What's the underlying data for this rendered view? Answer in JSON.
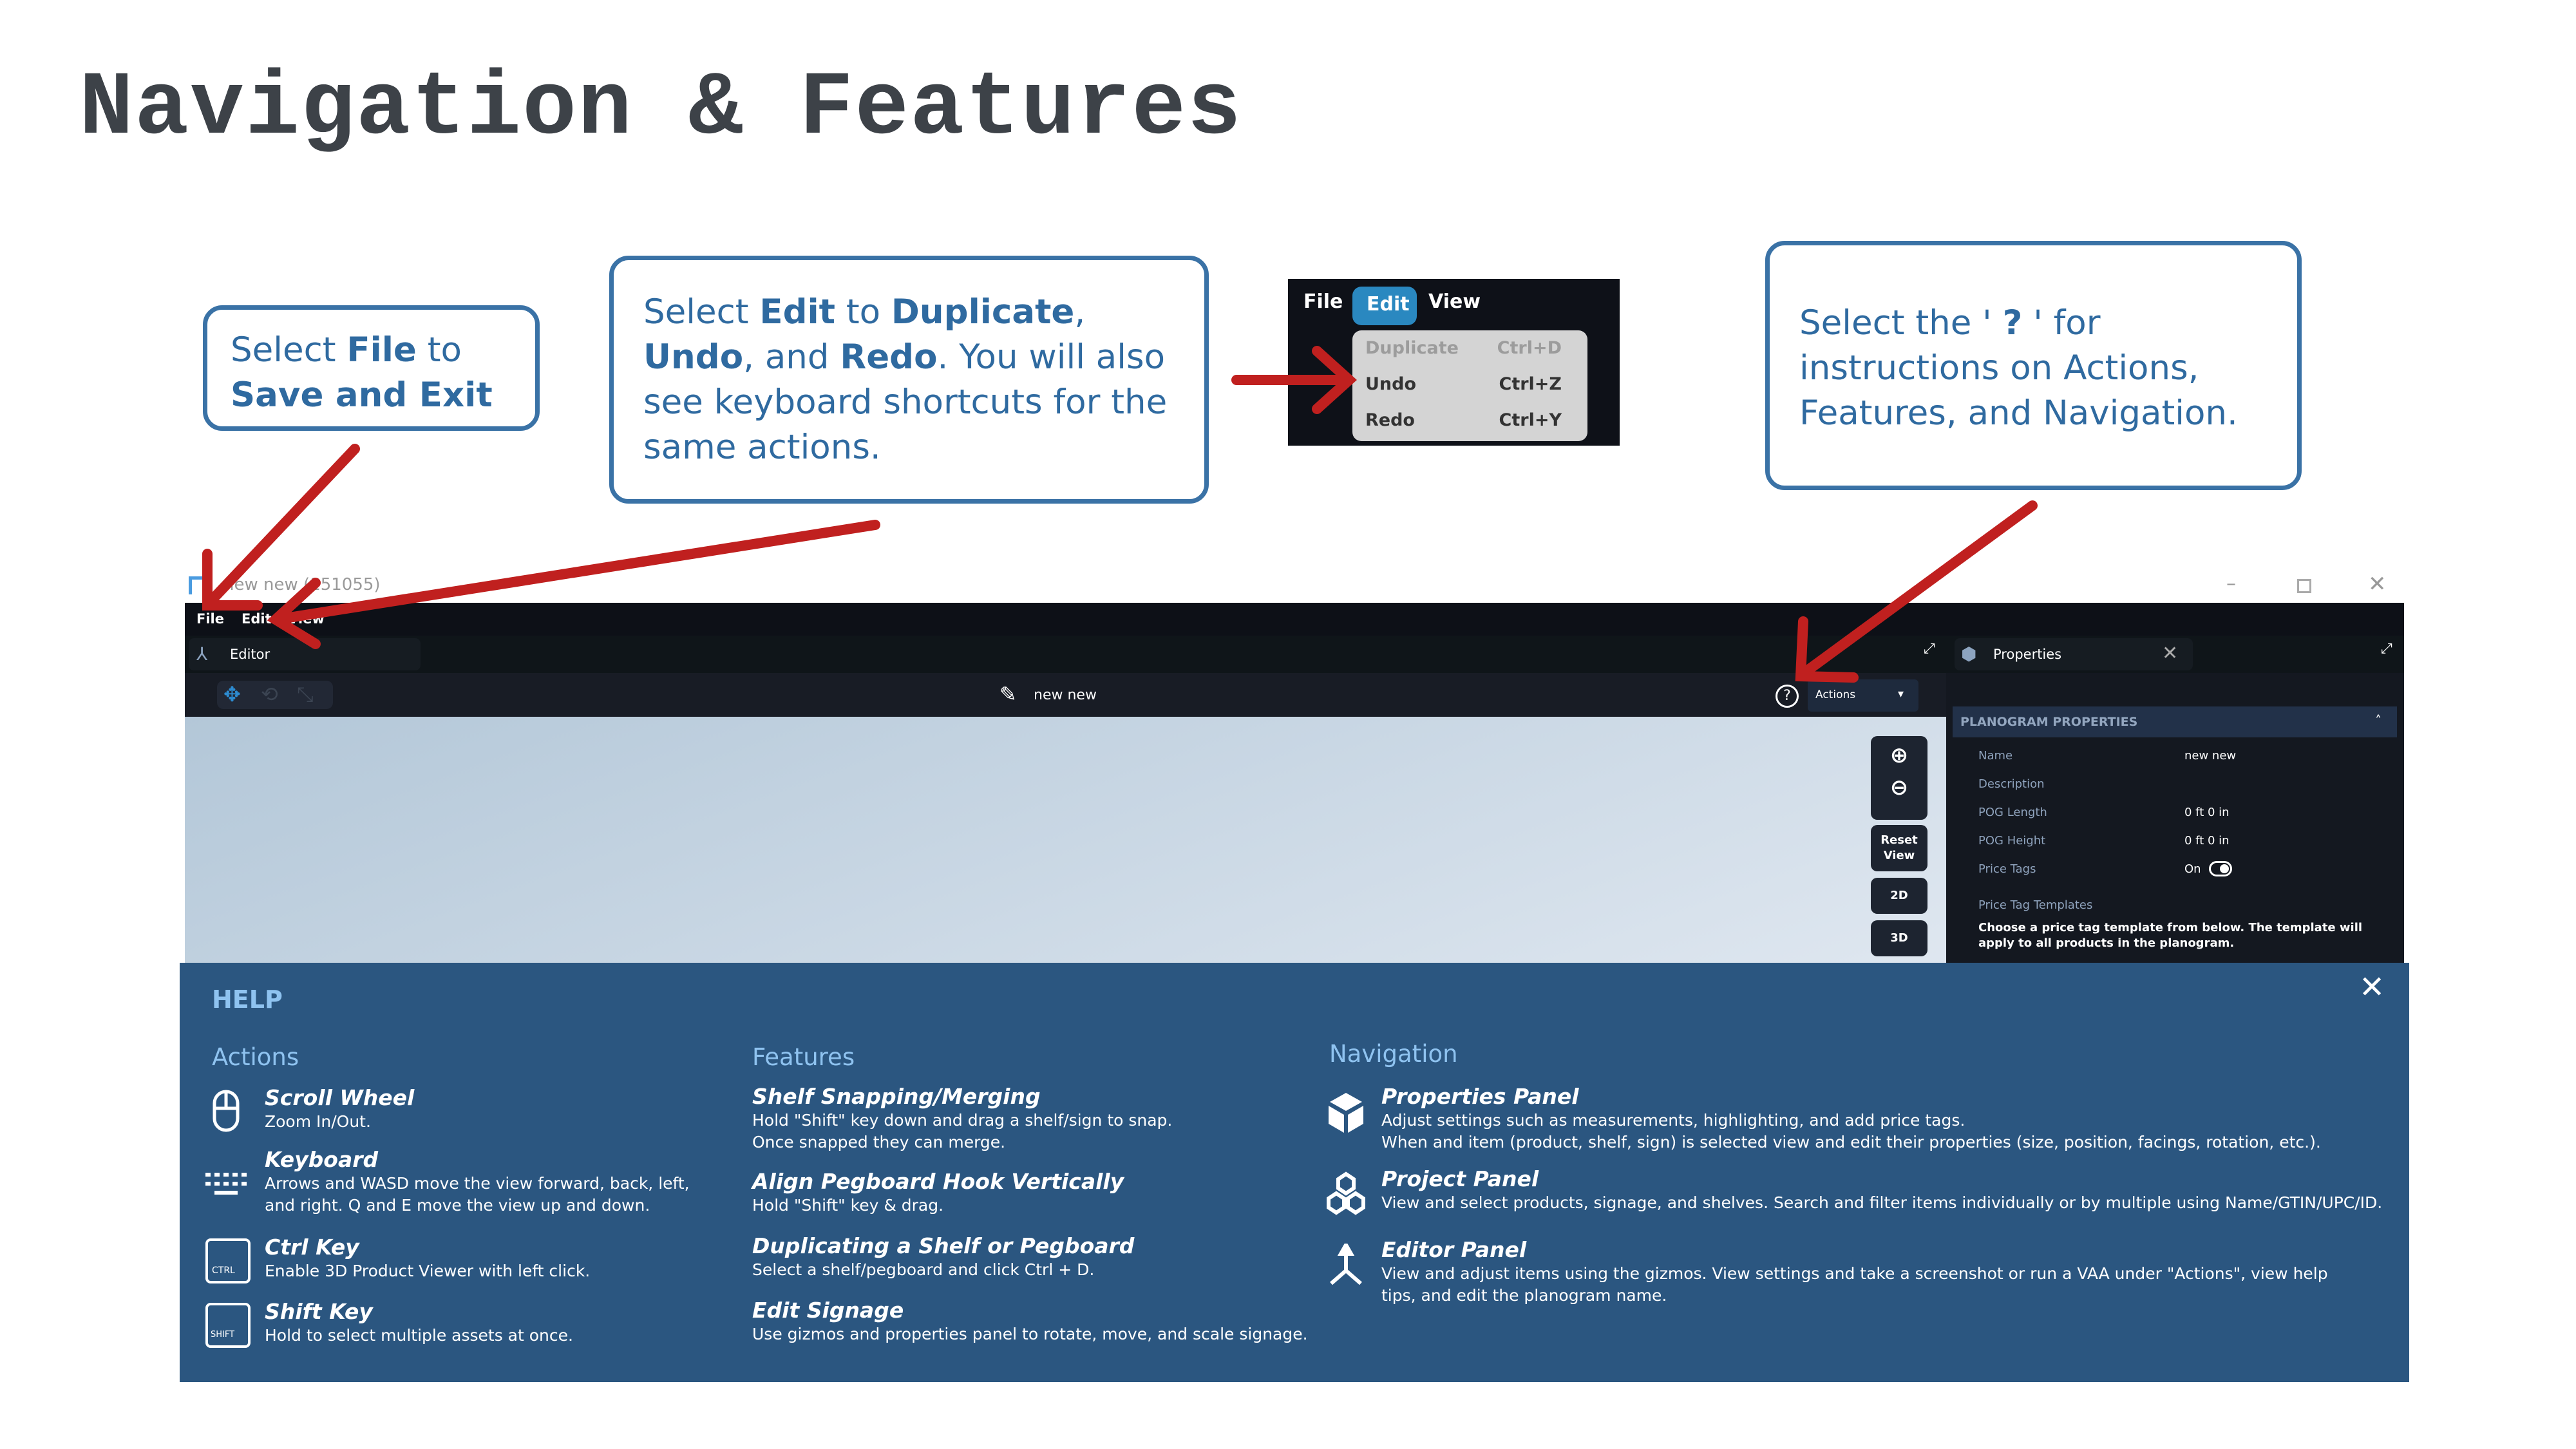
{
  "title": "Navigation & Features",
  "callouts": {
    "file": {
      "p1": "Select ",
      "b1": "File",
      "p2": " to ",
      "b2": "Save and Exit"
    },
    "edit": {
      "p1": "Select ",
      "b1": "Edit",
      "p2": " to ",
      "b2": "Duplicate",
      "p3": ", ",
      "b3": "Undo",
      "p4": ", and ",
      "b4": "Redo",
      "p5": ".  You will also see keyboard shortcuts for the same actions."
    },
    "help": {
      "p1": "Select the ' ",
      "b1": "?",
      "p2": " ' for instructions on Actions, Features, and Navigation."
    }
  },
  "menu_image": {
    "file": "File",
    "edit": "Edit",
    "view": "View",
    "items": [
      {
        "label": "Duplicate",
        "shortcut": "Ctrl+D"
      },
      {
        "label": "Undo",
        "shortcut": "Ctrl+Z"
      },
      {
        "label": "Redo",
        "shortcut": "Ctrl+Y"
      }
    ]
  },
  "app": {
    "window_title": "new new (151055)",
    "menu": {
      "file": "File",
      "edit": "Edit",
      "view": "View"
    },
    "editor_tab": "Editor",
    "pog_name": "new new",
    "actions": "Actions",
    "view_buttons": {
      "reset_1": "Reset",
      "reset_2": "View",
      "b2d": "2D",
      "b3d": "3D"
    },
    "properties": {
      "tab": "Properties",
      "section": "PLANOGRAM PROPERTIES",
      "rows": [
        {
          "label": "Name",
          "value": "new new"
        },
        {
          "label": "Description",
          "value": ""
        },
        {
          "label": "POG Length",
          "value": "0 ft 0 in"
        },
        {
          "label": "POG Height",
          "value": "0 ft 0 in"
        },
        {
          "label": "Price Tags",
          "value": "On"
        }
      ],
      "templates_label": "Price Tag Templates",
      "templates_desc": "Choose a price tag template from below. The template will apply to all products in the planogram."
    }
  },
  "help": {
    "title": "HELP",
    "actions": {
      "heading": "Actions",
      "items": [
        {
          "title": "Scroll Wheel",
          "desc": "Zoom In/Out."
        },
        {
          "title": "Keyboard",
          "desc": "Arrows and WASD move the view forward, back, left, and right. Q and E move the view up and down."
        },
        {
          "title": "Ctrl Key",
          "desc": "Enable 3D Product Viewer with left click.",
          "icon_text": "CTRL"
        },
        {
          "title": "Shift Key",
          "desc": "Hold to select multiple assets at once.",
          "icon_text": "SHIFT"
        }
      ]
    },
    "features": {
      "heading": "Features",
      "items": [
        {
          "title": "Shelf Snapping/Merging",
          "desc": "Hold \"Shift\" key down and drag a shelf/sign to snap.",
          "desc2": "Once snapped they can merge."
        },
        {
          "title": "Align Pegboard Hook Vertically",
          "desc": "Hold \"Shift\" key & drag."
        },
        {
          "title": "Duplicating a Shelf or Pegboard",
          "desc": "Select a shelf/pegboard and click Ctrl + D."
        },
        {
          "title": "Edit Signage",
          "desc": "Use gizmos and properties panel to rotate, move, and scale signage."
        }
      ]
    },
    "navigation": {
      "heading": "Navigation",
      "items": [
        {
          "title": "Properties Panel",
          "desc": "Adjust settings such as measurements, highlighting, and add price tags.",
          "desc2": "When and item (product, shelf, sign) is selected view and edit their properties (size, position, facings, rotation, etc.)."
        },
        {
          "title": "Project Panel",
          "desc": "View and select products, signage, and shelves. Search and filter items individually or by multiple using Name/GTIN/UPC/ID."
        },
        {
          "title": "Editor Panel",
          "desc": "View and adjust items using the gizmos. View settings and take a screenshot or run a VAA under \"Actions\", view help tips, and edit the planogram name."
        }
      ]
    }
  },
  "colors": {
    "accent": "#2f6aa0",
    "arrow": "#c0201f",
    "help_bg": "#2b5680",
    "menu_highlight": "#2a88c0"
  }
}
